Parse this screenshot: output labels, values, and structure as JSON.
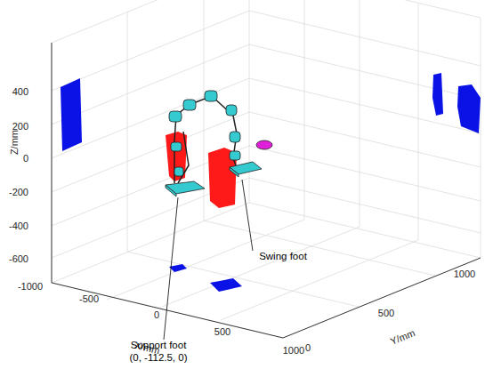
{
  "diagram": {
    "labels": [
      "400",
      "200",
      "0",
      "-200",
      "-400",
      "-600",
      "Z/mm",
      "-1000",
      "-500",
      "0",
      "500",
      "1000",
      "X/mm",
      "0",
      "500",
      "1000",
      "Y/mm",
      "Support foot",
      "(0, -112.5, 0)",
      "Swing foot"
    ]
  }
}
